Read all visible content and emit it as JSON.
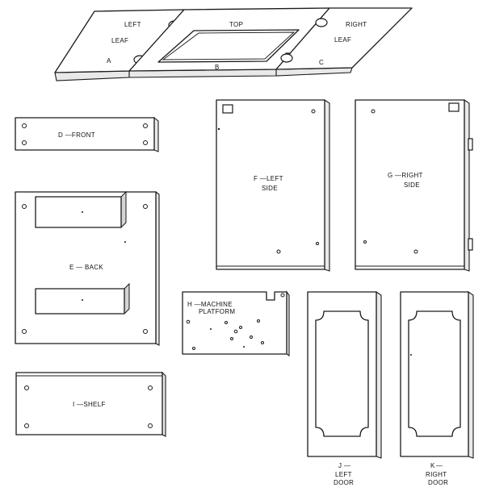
{
  "top_assembly": {
    "left_leaf_line1": "LEFT",
    "left_leaf_line2": "LEAF",
    "left_leaf_letter": "A",
    "top": "TOP",
    "top_letter": "B",
    "right_leaf_line1": "RIGHT",
    "right_leaf_line2": "LEAF",
    "right_leaf_letter": "C"
  },
  "parts": {
    "front": "D —FRONT",
    "back": "E — BACK",
    "left_side_line1": "F —LEFT",
    "left_side_line2": "SIDE",
    "right_side_line1": "G —RIGHT",
    "right_side_line2": "SIDE",
    "machine_platform_line1": "H —MACHINE",
    "machine_platform_line2": "PLATFORM",
    "shelf": "I —SHELF",
    "left_door_letter": "J",
    "left_door_dash": "—",
    "left_door_line1": "LEFT",
    "left_door_line2": "DOOR",
    "right_door_letter": "K",
    "right_door_dash": "—",
    "right_door_line1": "RIGHT",
    "right_door_line2": "DOOR"
  }
}
